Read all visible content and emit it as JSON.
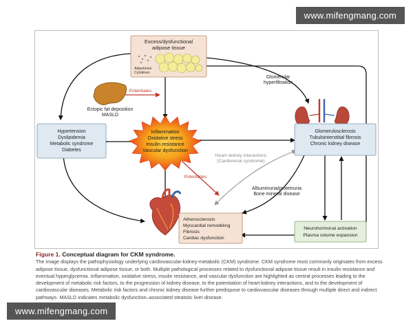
{
  "watermark": {
    "top": "www.mifengmang.com",
    "bottom": "www.mifengmang.com"
  },
  "diagram": {
    "adipose": {
      "title_line1": "Excess/dysfunctional",
      "title_line2": "adipose tissue",
      "label_adipokines": "Adipokines",
      "label_cytokines": "Cytokines"
    },
    "liver": {
      "line1": "Ectopic fat deposition",
      "line2": "MASLD"
    },
    "potentiates_upper": "Potentiates",
    "potentiates_lower": "Potentiates",
    "metabolic_box": [
      "Hypertension",
      "Dyslipidemia",
      "Metabolic syndrome",
      "Diabetes"
    ],
    "burst": [
      "Inflammation",
      "Oxidative stress",
      "Insulin resistance",
      "Vascular dysfunction"
    ],
    "glomerular": {
      "line1": "Glomerular",
      "line2": "hyperfiltration"
    },
    "kidney_box": [
      "Glomerulosclerosis",
      "Tubulointerstitial fibrosis",
      "Chronic kidney disease"
    ],
    "heart_kidney": {
      "line1": "Heart–kidney interactions",
      "line2": "(Cardiorenal syndrome)"
    },
    "albuminuria": {
      "line1": "Albuminuria/proteinuria",
      "line2": "Bone mineral disease"
    },
    "cardiac_box": [
      "Atherosclerosis",
      "Myocardial remodeling",
      "Fibrosis",
      "Cardiac dysfunction"
    ],
    "neuro_box": [
      "Neurohormonal activation",
      "Plasma volume expansion"
    ],
    "colors": {
      "adipose_fill": "#f6e2d4",
      "metabolic_fill": "#dfe9f2",
      "kidney_fill": "#dfe9f2",
      "cardiac_fill": "#f6e2d4",
      "neuro_fill": "#e4efdd",
      "potentiates": "#c0392b",
      "burst_outer": "#e8491d",
      "burst_inner": "#f7b321"
    }
  },
  "caption": {
    "figure_label": "Figure 1.",
    "title": "Conceptual diagram for CKM syndrome.",
    "body": "The image displays the pathophysiology underlying cardiovascular-kidney-metabolic (CKM) syndrome. CKM syndrome most commonly originates from excess adipose tissue, dysfunctional adipose tissue, or both. Multiple pathological processes related to dysfunctional adipose tissue result in insulin resistance and eventual hyperglycemia. Inflammation, oxidative stress, insulin resistance, and vascular dysfunction are highlighted as central processes leading to the development of metabolic risk factors, to the progression of kidney disease, to the potentiation of heart-kidney interactions, and to the development of cardiovascular diseases. Metabolic risk factors and chronic kidney disease further predispose to cardiovascular diseases through multiple direct and indirect pathways. MASLD indicates metabolic dysfunction–associated steatotic liver disease."
  }
}
